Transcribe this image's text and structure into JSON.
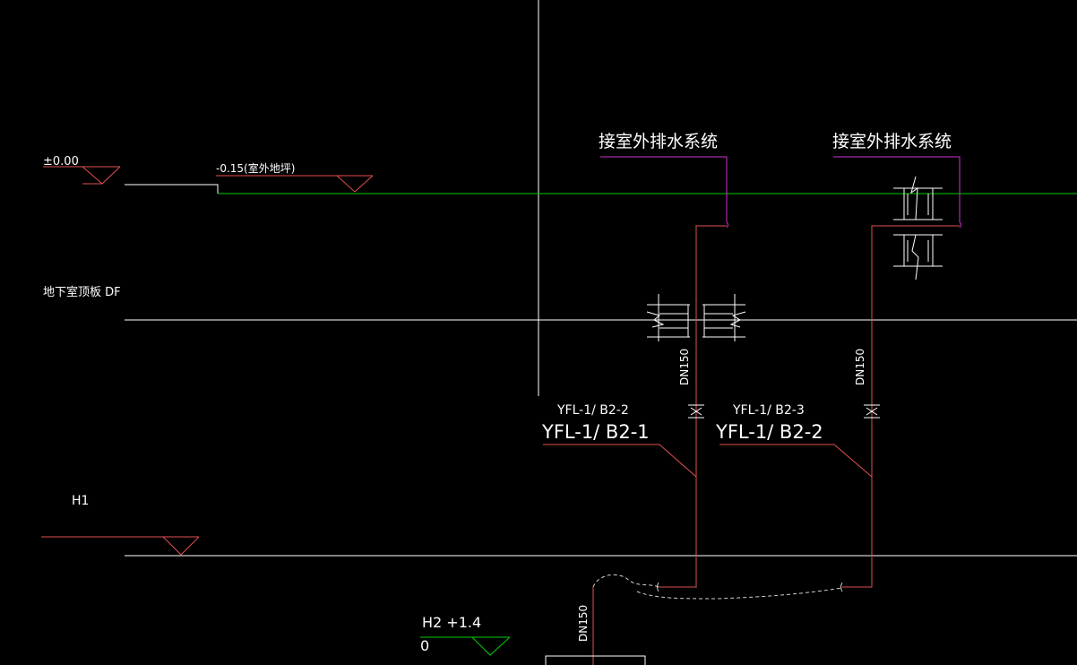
{
  "levels": {
    "ground_level": "±0.00",
    "outdoor_ground": "-0.15(室外地坪)",
    "basement_roof": "地下室顶板 DF",
    "h1": "H1",
    "h2_main": "H2 +1.4",
    "h2_sub": "0"
  },
  "outlets": {
    "left_note": "接室外排水系统",
    "right_note": "接室外排水系统"
  },
  "pipes": {
    "left_size": "DN150",
    "right_size": "DN150",
    "bottom_size": "DN150",
    "left_tag_small": "YFL-1/ B2-2",
    "left_tag_large": "YFL-1/ B2-1",
    "right_tag_small": "YFL-1/ B2-3",
    "right_tag_large": "YFL-1/ B2-2"
  },
  "colors": {
    "background": "#000000",
    "white": "#ffffff",
    "green": "#00cc00",
    "red": "#e05050",
    "magenta": "#cc33cc",
    "wavy": "#d0d0d0"
  }
}
